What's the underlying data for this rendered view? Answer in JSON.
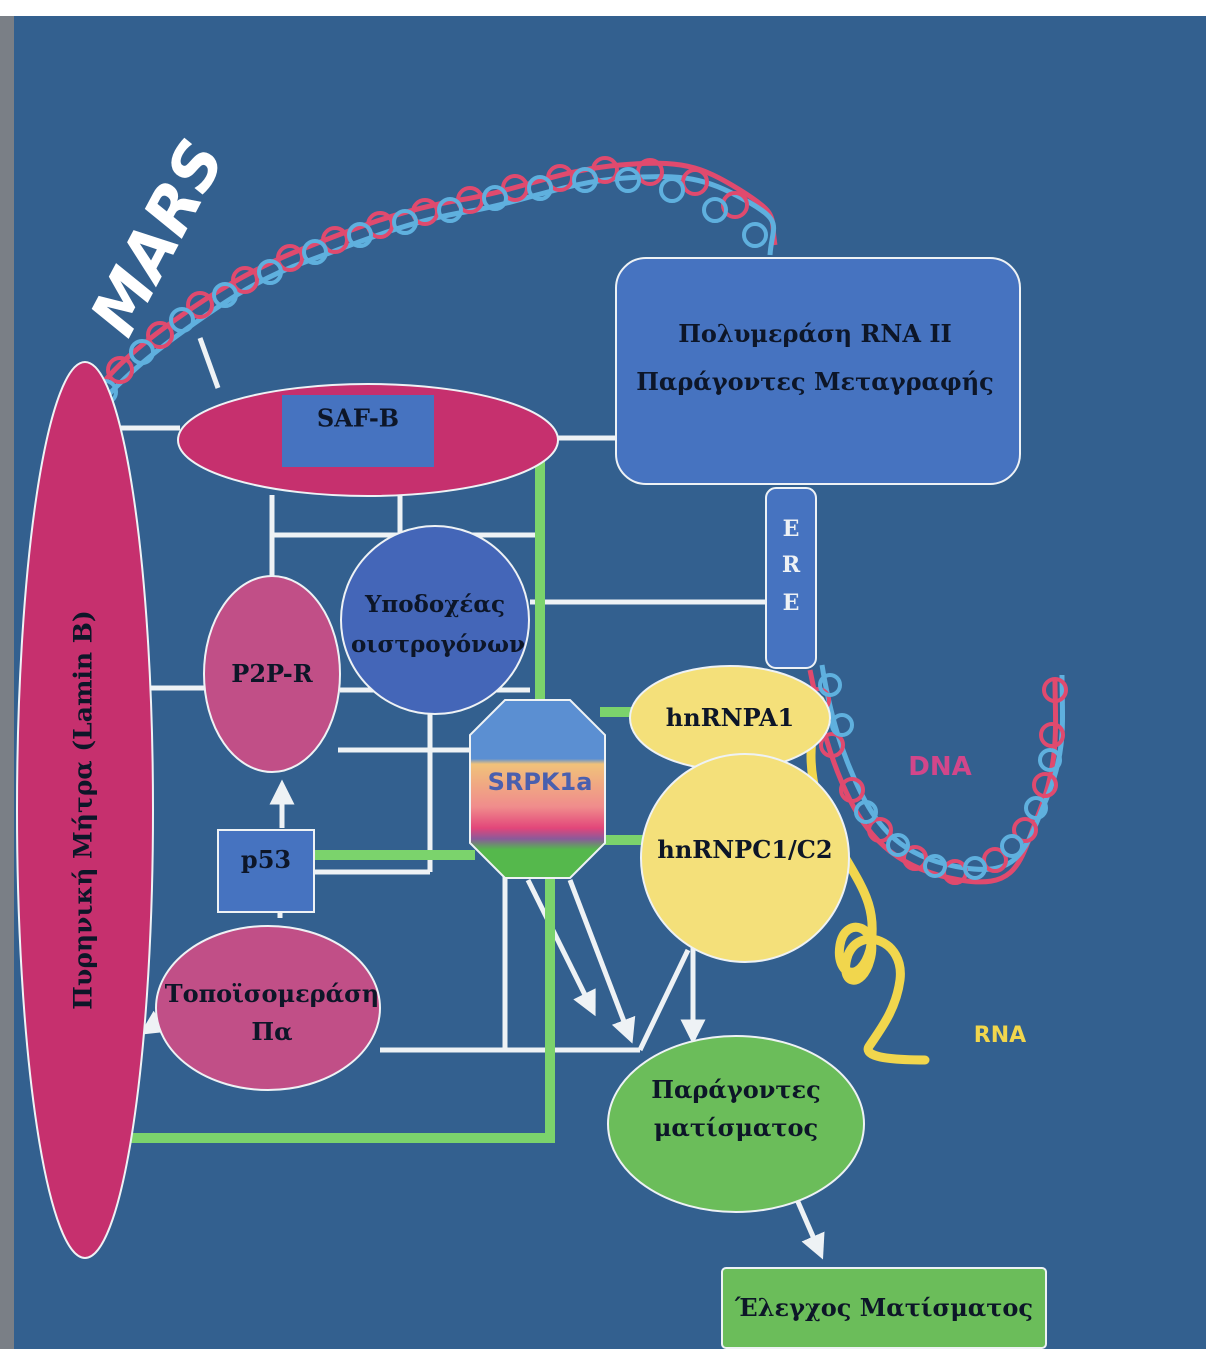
{
  "colors": {
    "background": "#33608f",
    "edge_strip": "#7a7f86",
    "pink": "#c6306e",
    "pink_light": "#c14f87",
    "blue_box": "#4673c0",
    "blue_circle": "#4466b8",
    "yellow": "#f4e07a",
    "green": "#6bbd5a",
    "green_line": "#7bd36c",
    "white_line": "#eef2f5",
    "dna_red": "#e04a6e",
    "dna_blue": "#5fb0de",
    "rna_yellow": "#f1d64d"
  },
  "labels": {
    "mars": "MARS",
    "saf_b": "SAF-B",
    "polymerase_line1": "Πολυμεράση RNA II",
    "polymerase_line2": "Παράγοντες Μεταγραφής",
    "ere_e1": "E",
    "ere_r": "R",
    "ere_e2": "E",
    "estrogen_line1": "Υποδοχέας",
    "estrogen_line2": "οιστρογόνων",
    "p2p_r": "P2P-R",
    "lamin": "Πυρηνική Μήτρα (Lamin B)",
    "p53": "p53",
    "srpk1a": "SRPK1a",
    "hnrnpa1": "hnRNPA1",
    "hnrnpc": "hnRNPC1/C2",
    "dna": "DNA",
    "rna": "RNA",
    "topo_line1": "Τοποϊσομεράση",
    "topo_line2": "Πα",
    "splicing_line1": "Παράγοντες",
    "splicing_line2": "ματίσματος",
    "splicing_control": "Έλεγχος Ματίσματος"
  }
}
